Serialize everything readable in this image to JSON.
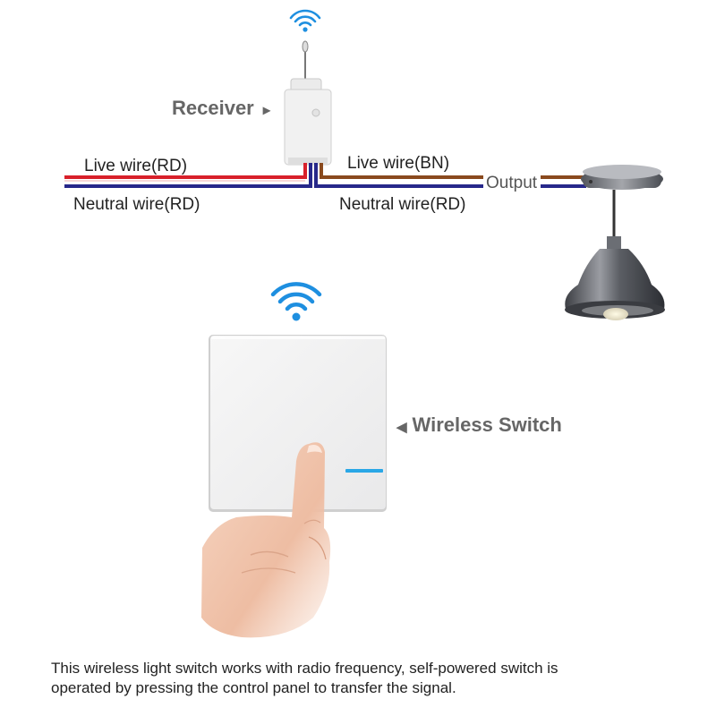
{
  "receiver": {
    "label": "Receiver",
    "arrow": "▸"
  },
  "wires": {
    "left_live": "Live wire(RD)",
    "left_neutral": "Neutral wire(RD)",
    "right_live": "Live wire(BN)",
    "right_neutral": "Neutral wire(RD)",
    "output": "Output"
  },
  "switch": {
    "label": "Wireless Switch",
    "arrow": "◀"
  },
  "caption": {
    "line1": "This wireless light switch works with radio frequency, self-powered switch is",
    "line2": "operated by pressing the control panel to transfer the signal."
  },
  "colors": {
    "live_red": "#d8202a",
    "neutral_blue": "#27288a",
    "brown": "#8a4a1e",
    "wifi_blue": "#1e8fe0",
    "led_blue": "#2aa7e6"
  },
  "icons": [
    "wifi-icon",
    "receiver-module",
    "pendant-lamp",
    "wall-switch",
    "finger-hand"
  ]
}
